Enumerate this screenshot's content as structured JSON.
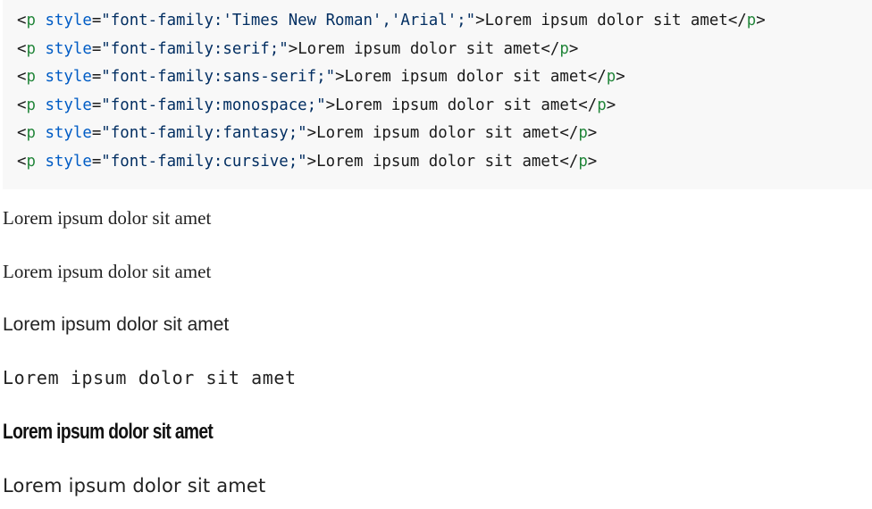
{
  "code_lines": [
    {
      "tag_open": "<",
      "tag": "p",
      "attr": "style",
      "eq": "=",
      "value": "\"font-family:'Times New Roman','Arial';\"",
      "close": ">",
      "text": "Lorem ipsum dolor sit amet",
      "end_open": "</",
      "end_tag": "p",
      "end_close": ">"
    },
    {
      "tag_open": "<",
      "tag": "p",
      "attr": "style",
      "eq": "=",
      "value": "\"font-family:serif;\"",
      "close": ">",
      "text": "Lorem ipsum dolor sit amet",
      "end_open": "</",
      "end_tag": "p",
      "end_close": ">"
    },
    {
      "tag_open": "<",
      "tag": "p",
      "attr": "style",
      "eq": "=",
      "value": "\"font-family:sans-serif;\"",
      "close": ">",
      "text": "Lorem ipsum dolor sit amet",
      "end_open": "</",
      "end_tag": "p",
      "end_close": ">"
    },
    {
      "tag_open": "<",
      "tag": "p",
      "attr": "style",
      "eq": "=",
      "value": "\"font-family:monospace;\"",
      "close": ">",
      "text": "Lorem ipsum dolor sit amet",
      "end_open": "</",
      "end_tag": "p",
      "end_close": ">"
    },
    {
      "tag_open": "<",
      "tag": "p",
      "attr": "style",
      "eq": "=",
      "value": "\"font-family:fantasy;\"",
      "close": ">",
      "text": "Lorem ipsum dolor sit amet",
      "end_open": "</",
      "end_tag": "p",
      "end_close": ">"
    },
    {
      "tag_open": "<",
      "tag": "p",
      "attr": "style",
      "eq": "=",
      "value": "\"font-family:cursive;\"",
      "close": ">",
      "text": "Lorem ipsum dolor sit amet",
      "end_open": "</",
      "end_tag": "p",
      "end_close": ">"
    }
  ],
  "demos": [
    "Lorem ipsum dolor sit amet",
    "Lorem ipsum dolor sit amet",
    "Lorem ipsum dolor sit amet",
    "Lorem ipsum dolor sit amet",
    "Lorem ipsum dolor sit amet",
    "Lorem ipsum dolor sit amet"
  ],
  "colors": {
    "code_background": "#f8f8f8",
    "tag": "#22863a",
    "attribute": "#005cc5",
    "string": "#032f62",
    "text": "#1a1a1a"
  }
}
